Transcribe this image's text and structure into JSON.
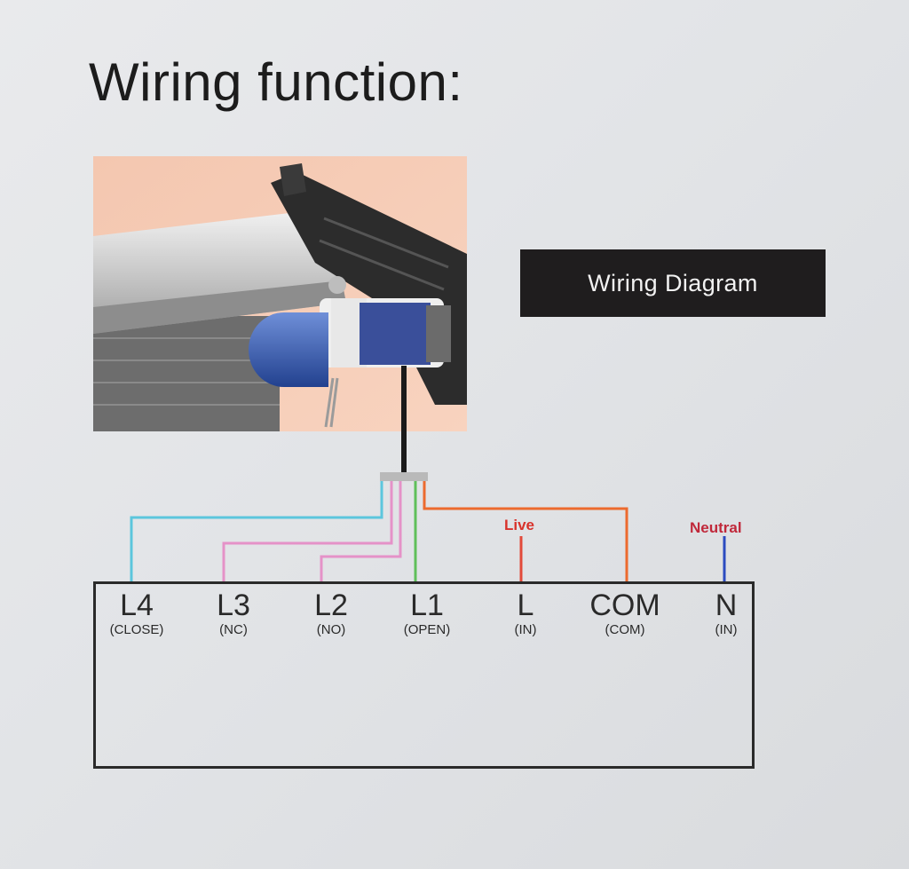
{
  "title": "Wiring function:",
  "badge": "Wiring Diagram",
  "labels": {
    "live": "Live",
    "neutral": "Neutral"
  },
  "terminals": [
    {
      "code": "L4",
      "sub": "(CLOSE)"
    },
    {
      "code": "L3",
      "sub": "(NC)"
    },
    {
      "code": "L2",
      "sub": "(NO)"
    },
    {
      "code": "L1",
      "sub": "(OPEN)"
    },
    {
      "code": "L",
      "sub": "(IN)"
    },
    {
      "code": "COM",
      "sub": "(COM)"
    },
    {
      "code": "N",
      "sub": "(IN)"
    }
  ],
  "colors": {
    "l4_wire": "#5cc6dd",
    "l3_wire": "#e592c8",
    "l2_wire": "#e592c8",
    "l1_wire": "#5fbf5a",
    "live_wire": "#e24a3a",
    "com_wire": "#ec6a2e",
    "neutral_wire": "#2b4bc0",
    "live_label": "#d8322b",
    "neutral_label": "#c0283a"
  }
}
